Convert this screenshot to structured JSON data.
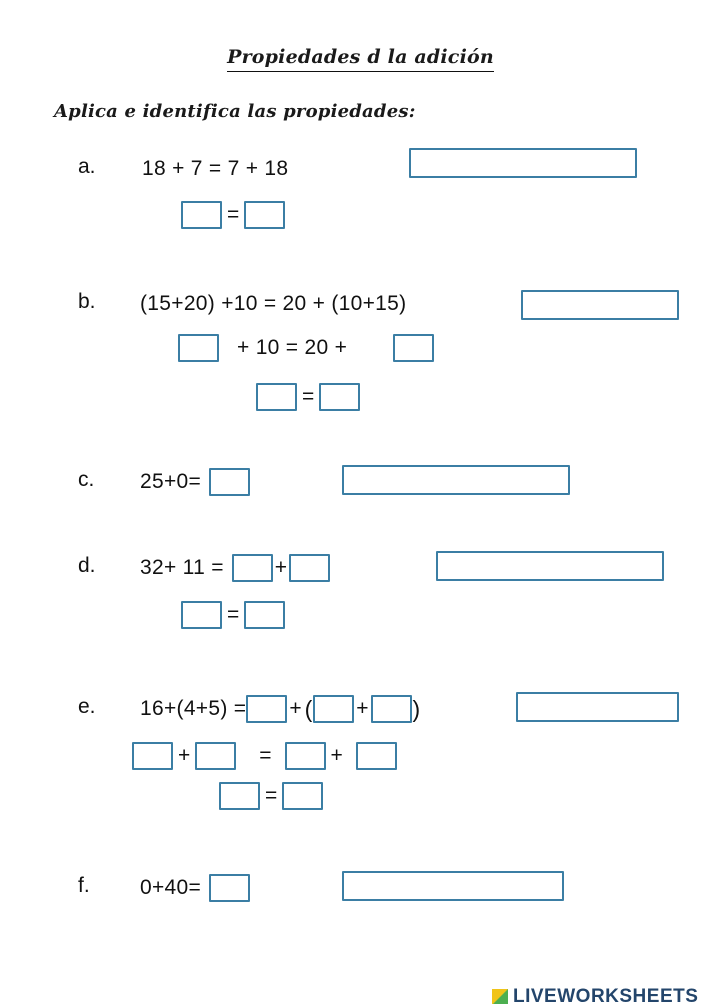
{
  "document": {
    "title": "Propiedades d la adición",
    "instruction": "Aplica e identifica las propiedades:"
  },
  "exercises": [
    {
      "letter": "a.",
      "lines": [
        {
          "tokens": [
            "18 + 7 = 7 + 18"
          ]
        },
        {
          "tokens": [
            "[box]",
            "=",
            "[box]"
          ]
        }
      ],
      "answer_label": ""
    },
    {
      "letter": "b.",
      "lines": [
        {
          "tokens": [
            "(15+20) +10 = 20 + (10+15)"
          ]
        },
        {
          "tokens": [
            "[box]",
            "+ 10 = 20 +",
            "[box]"
          ]
        },
        {
          "tokens": [
            "[box]",
            "=",
            "[box]"
          ]
        }
      ],
      "answer_label": ""
    },
    {
      "letter": "c.",
      "lines": [
        {
          "tokens": [
            "25+0=",
            "[box]"
          ]
        }
      ],
      "answer_label": ""
    },
    {
      "letter": "d.",
      "lines": [
        {
          "tokens": [
            "32+ 11 =",
            "[box]",
            "+",
            "[box]"
          ]
        },
        {
          "tokens": [
            "[box]",
            "=",
            "[box]"
          ]
        }
      ],
      "answer_label": ""
    },
    {
      "letter": "e.",
      "lines": [
        {
          "tokens": [
            "16+(4+5) =",
            "[box]",
            "+",
            "(",
            "[box]",
            "+",
            "[box]",
            ")"
          ]
        },
        {
          "tokens": [
            "[box]",
            "+",
            "[box]",
            "=",
            "[box]",
            "+",
            "[box]"
          ]
        },
        {
          "tokens": [
            "[box]",
            "=",
            "[box]"
          ]
        }
      ],
      "answer_label": ""
    },
    {
      "letter": "f.",
      "lines": [
        {
          "tokens": [
            "0+40=",
            "[box]"
          ]
        }
      ],
      "answer_label": ""
    }
  ],
  "text": {
    "a_line1": "18 + 7 = 7 + 18",
    "a_eq": "=",
    "b_line1": "(15+20) +10 = 20 + (10+15)",
    "b_line2_mid": "+ 10 = 20 +",
    "b_eq": "=",
    "c_line1": "25+0=",
    "d_line1": "32+ 11 =",
    "d_plus": "+",
    "d_eq": "=",
    "e_line1": "16+(4+5) =",
    "e_plus1": "+",
    "e_paren_open": "(",
    "e_plus2": "+",
    "e_paren_close": ")",
    "e_l2_plus1": "+",
    "e_l2_eq": "=",
    "e_l2_plus2": "+",
    "e_l3_eq": "=",
    "f_line1": "0+40="
  },
  "answer_fields": {
    "a": "",
    "b": "",
    "c": "",
    "d": "",
    "e": "",
    "f": ""
  },
  "watermark": {
    "label": "LIVEWORKSHEETS"
  },
  "colors": {
    "box_border": "#3b7ea4",
    "text": "#111111",
    "page_background": "#ffffff",
    "watermark_text": "#23456b"
  }
}
